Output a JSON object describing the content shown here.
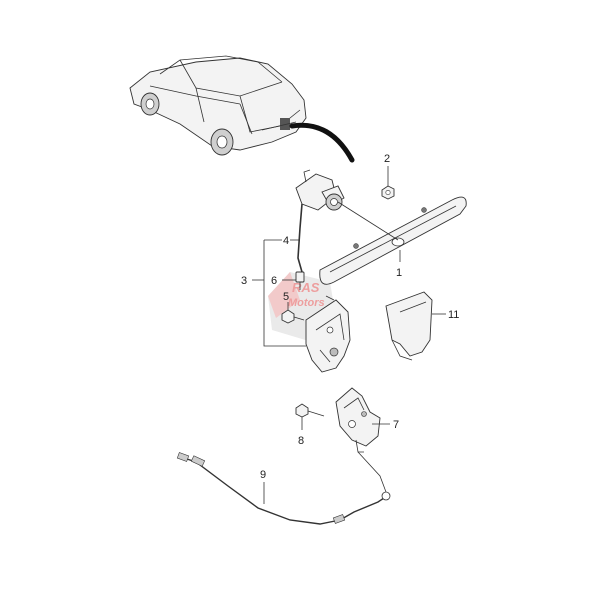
{
  "diagram": {
    "callouts": [
      {
        "id": "1",
        "label": "1"
      },
      {
        "id": "2",
        "label": "2"
      },
      {
        "id": "3",
        "label": "3"
      },
      {
        "id": "4",
        "label": "4"
      },
      {
        "id": "5",
        "label": "5"
      },
      {
        "id": "6",
        "label": "6"
      },
      {
        "id": "7",
        "label": "7"
      },
      {
        "id": "8",
        "label": "8"
      },
      {
        "id": "9",
        "label": "9"
      },
      {
        "id": "11",
        "label": "11"
      }
    ]
  },
  "watermark": {
    "line1": "RAS",
    "line2": "Motors"
  },
  "colors": {
    "line": "#333333",
    "watermark_red": "#e05050",
    "watermark_grey": "#b8b8b8"
  }
}
